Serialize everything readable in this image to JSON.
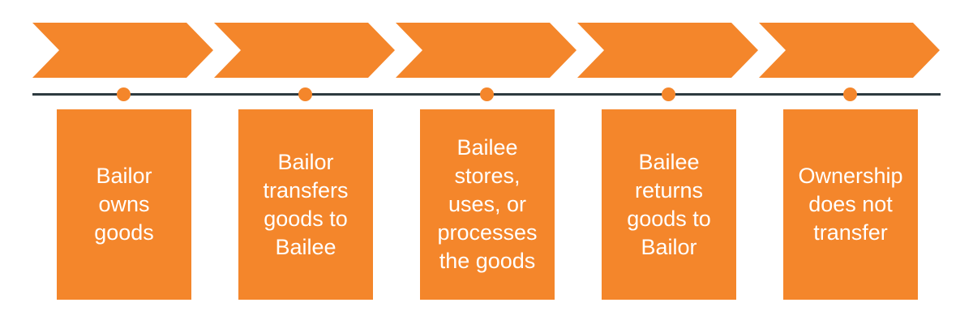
{
  "colors": {
    "accent": "#f4862b",
    "timeline": "#2d3a40",
    "label_text": "#ffffff"
  },
  "steps": [
    {
      "label": "Bailor\nowns\ngoods"
    },
    {
      "label": "Bailor\ntransfers\ngoods to\nBailee"
    },
    {
      "label": "Bailee\nstores,\nuses, or\nprocesses\nthe goods"
    },
    {
      "label": "Bailee\nreturns\ngoods to\nBailor"
    },
    {
      "label": "Ownership\ndoes not\ntransfer"
    }
  ]
}
